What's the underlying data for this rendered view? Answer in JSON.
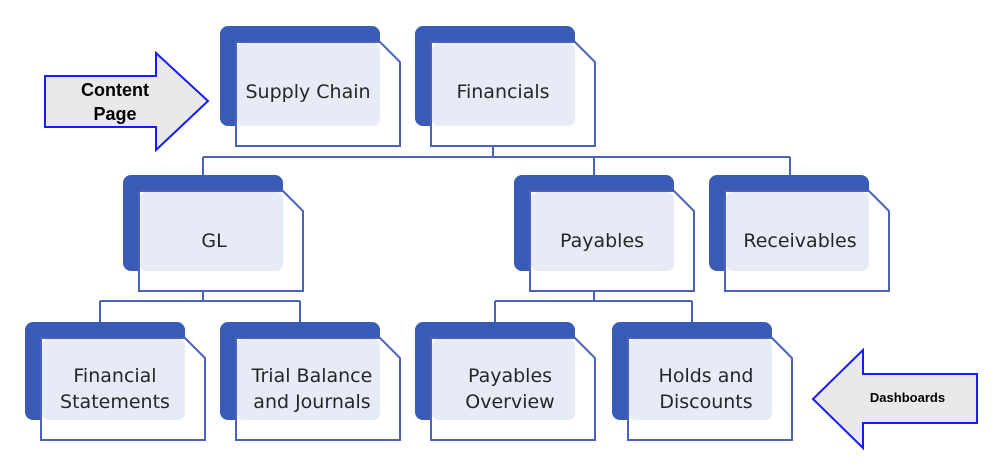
{
  "nodes": {
    "supply_chain": [
      "Supply Chain"
    ],
    "financials": [
      "Financials"
    ],
    "gl": [
      "GL"
    ],
    "payables": [
      "Payables"
    ],
    "receivables": [
      "Receivables"
    ],
    "financial_statements": [
      "Financial",
      "Statements"
    ],
    "trial_balance": [
      "Trial Balance",
      "and Journals"
    ],
    "payables_overview": [
      "Payables",
      "Overview"
    ],
    "holds_discounts": [
      "Holds and",
      "Discounts"
    ]
  },
  "callouts": {
    "content_page": [
      "Content",
      "Page"
    ],
    "dashboards": "Dashboards"
  },
  "colors": {
    "node_shadow": "#3a5bb5",
    "node_fill": "#e6ebf5",
    "node_outline": "#4a63b8",
    "arrow_fill": "#e9e9e9",
    "arrow_stroke": "#1a1aff"
  }
}
